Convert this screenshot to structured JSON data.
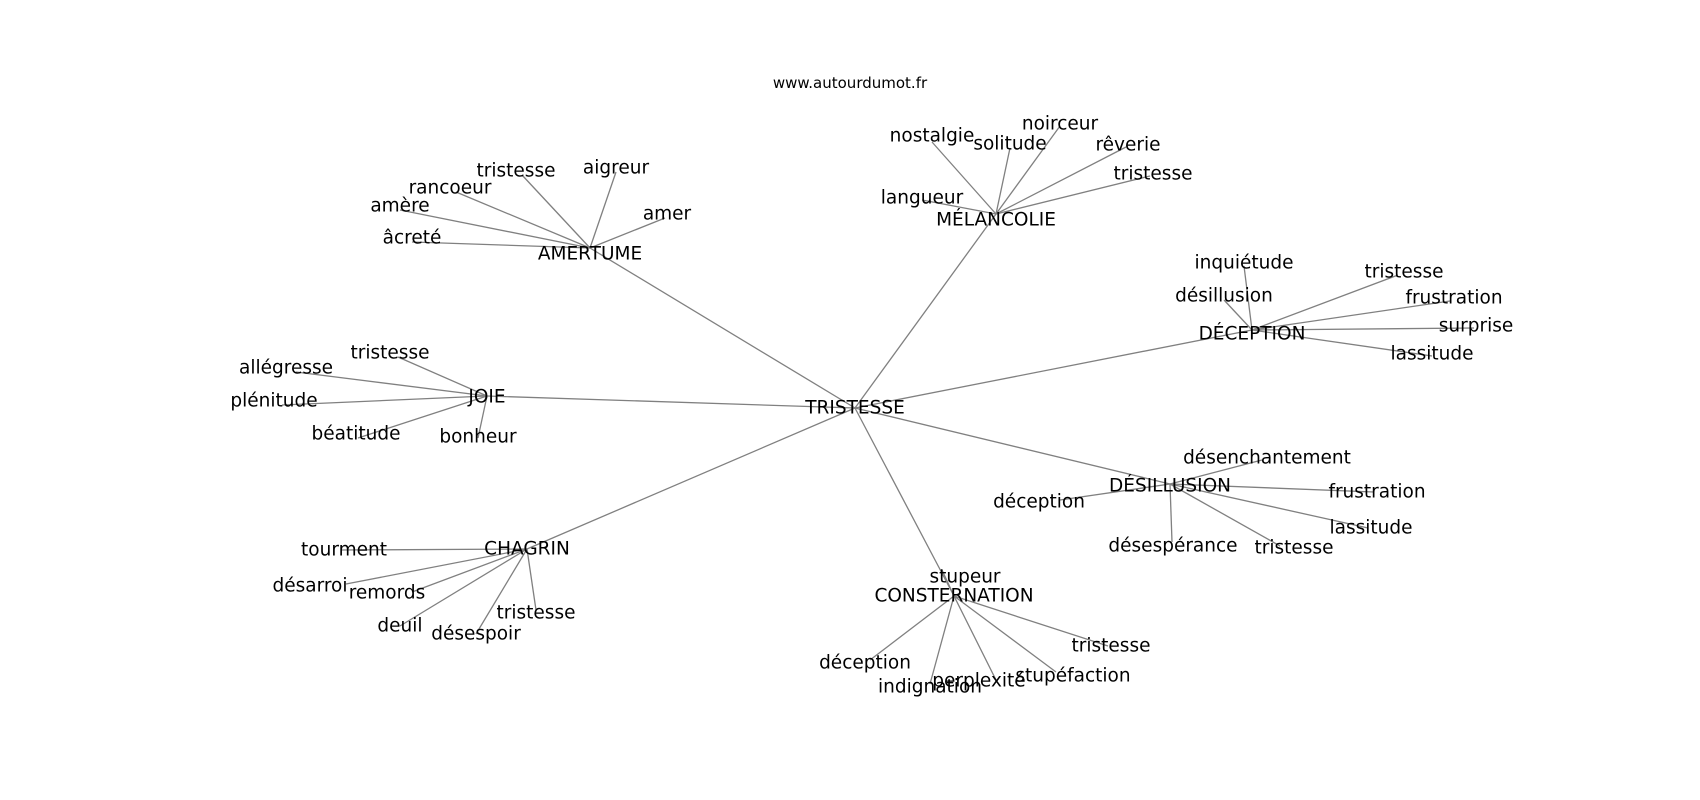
{
  "header": {
    "site": "www.autourdumot.fr"
  },
  "graph": {
    "center": {
      "id": "tristesse-center",
      "label": "TRISTESSE"
    },
    "hubs": [
      {
        "id": "amertume",
        "label": "AMERTUME",
        "leaves": [
          {
            "id": "amertume-tristesse",
            "label": "tristesse"
          },
          {
            "id": "amertume-aigreur",
            "label": "aigreur"
          },
          {
            "id": "amertume-rancoeur",
            "label": "rancoeur"
          },
          {
            "id": "amertume-amere",
            "label": "amère"
          },
          {
            "id": "amertume-amer",
            "label": "amer"
          },
          {
            "id": "amertume-acrete",
            "label": "âcreté"
          }
        ]
      },
      {
        "id": "melancolie",
        "label": "MÉLANCOLIE",
        "leaves": [
          {
            "id": "melancolie-nostalgie",
            "label": "nostalgie"
          },
          {
            "id": "melancolie-solitude",
            "label": "solitude"
          },
          {
            "id": "melancolie-noirceur",
            "label": "noirceur"
          },
          {
            "id": "melancolie-reverie",
            "label": "rêverie"
          },
          {
            "id": "melancolie-tristesse",
            "label": "tristesse"
          },
          {
            "id": "melancolie-langueur",
            "label": "langueur"
          }
        ]
      },
      {
        "id": "deception",
        "label": "DÉCEPTION",
        "leaves": [
          {
            "id": "deception-inquietude",
            "label": "inquiétude"
          },
          {
            "id": "deception-desillusion",
            "label": "désillusion"
          },
          {
            "id": "deception-tristesse",
            "label": "tristesse"
          },
          {
            "id": "deception-frustration",
            "label": "frustration"
          },
          {
            "id": "deception-surprise",
            "label": "surprise"
          },
          {
            "id": "deception-lassitude",
            "label": "lassitude"
          }
        ]
      },
      {
        "id": "joie",
        "label": "JOIE",
        "leaves": [
          {
            "id": "joie-tristesse",
            "label": "tristesse"
          },
          {
            "id": "joie-allegresse",
            "label": "allégresse"
          },
          {
            "id": "joie-plenitude",
            "label": "plénitude"
          },
          {
            "id": "joie-beatitude",
            "label": "béatitude"
          },
          {
            "id": "joie-bonheur",
            "label": "bonheur"
          }
        ]
      },
      {
        "id": "desillusion",
        "label": "DÉSILLUSION",
        "leaves": [
          {
            "id": "desillusion-desenchantement",
            "label": "désenchantement"
          },
          {
            "id": "desillusion-frustration",
            "label": "frustration"
          },
          {
            "id": "desillusion-deception",
            "label": "déception"
          },
          {
            "id": "desillusion-lassitude",
            "label": "lassitude"
          },
          {
            "id": "desillusion-desesperance",
            "label": "désespérance"
          },
          {
            "id": "desillusion-tristesse",
            "label": "tristesse"
          }
        ]
      },
      {
        "id": "chagrin",
        "label": "CHAGRIN",
        "leaves": [
          {
            "id": "chagrin-tourment",
            "label": "tourment"
          },
          {
            "id": "chagrin-desarroi",
            "label": "désarroi"
          },
          {
            "id": "chagrin-remords",
            "label": "remords"
          },
          {
            "id": "chagrin-tristesse",
            "label": "tristesse"
          },
          {
            "id": "chagrin-deuil",
            "label": "deuil"
          },
          {
            "id": "chagrin-desespoir",
            "label": "désespoir"
          }
        ]
      },
      {
        "id": "consternation",
        "label": "CONSTERNATION",
        "leaves": [
          {
            "id": "consternation-stupeur",
            "label": "stupeur"
          },
          {
            "id": "consternation-tristesse",
            "label": "tristesse"
          },
          {
            "id": "consternation-stupefaction",
            "label": "stupéfaction"
          },
          {
            "id": "consternation-deception",
            "label": "déception"
          },
          {
            "id": "consternation-perplexite",
            "label": "perplexité"
          },
          {
            "id": "consternation-indignation",
            "label": "indignation"
          }
        ]
      }
    ]
  }
}
